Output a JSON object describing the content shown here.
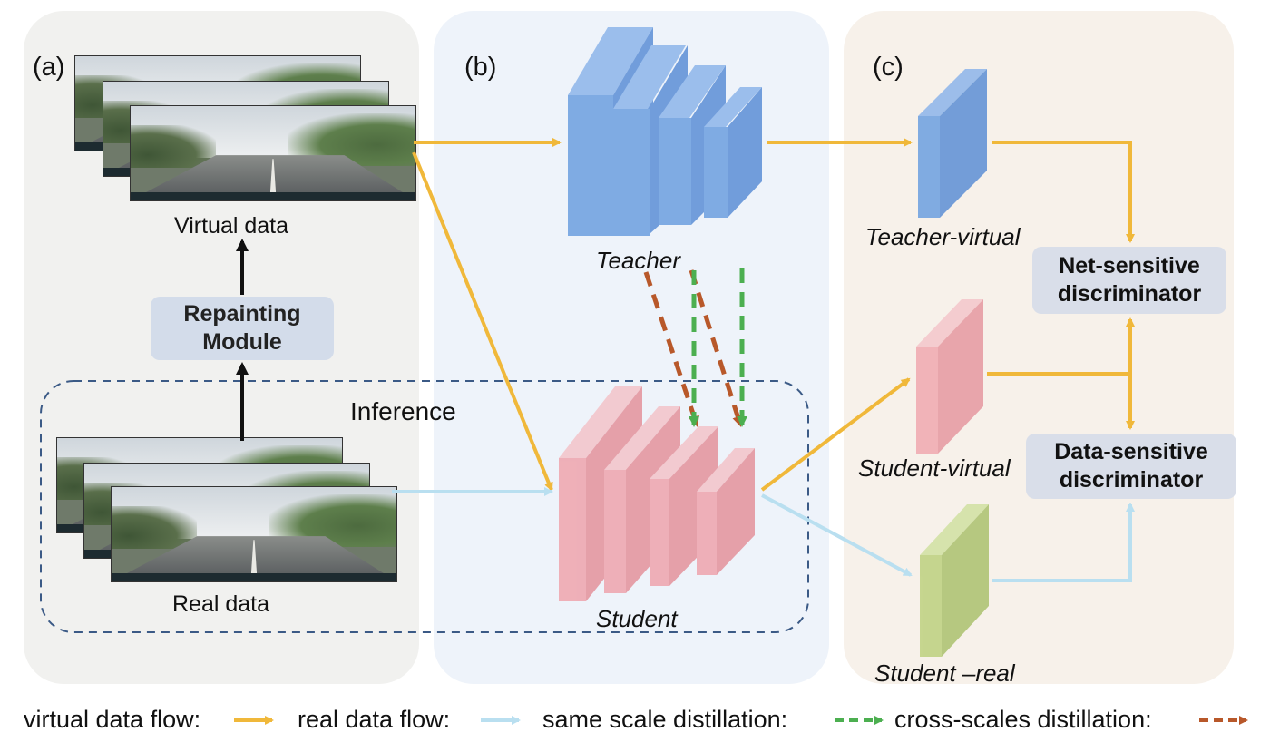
{
  "panels": {
    "a": {
      "label": "(a)",
      "virtual_label": "Virtual data",
      "repaint_line1": "Repainting",
      "repaint_line2": "Module",
      "real_label": "Real data",
      "inference_label": "Inference"
    },
    "b": {
      "label": "(b)",
      "teacher_label": "Teacher",
      "student_label": "Student"
    },
    "c": {
      "label": "(c)",
      "teacher_virtual": "Teacher-virtual",
      "student_virtual": "Student-virtual",
      "student_real": "Student –real",
      "net_disc_line1": "Net-sensitive",
      "net_disc_line2": "discriminator",
      "data_disc_line1": "Data-sensitive",
      "data_disc_line2": "discriminator"
    }
  },
  "legend": {
    "virtual": "virtual data flow:",
    "real": "real data flow:",
    "same_scale": "same scale distillation:",
    "cross_scale": "cross-scales distillation:"
  },
  "colors": {
    "virtual_flow": "#f0b83a",
    "real_flow": "#b9dff0",
    "same_scale": "#4caf50",
    "cross_scale": "#b8582a",
    "teacher": "#6c9fe0",
    "student": "#ef9fa8",
    "student_real": "#b9cf78"
  }
}
